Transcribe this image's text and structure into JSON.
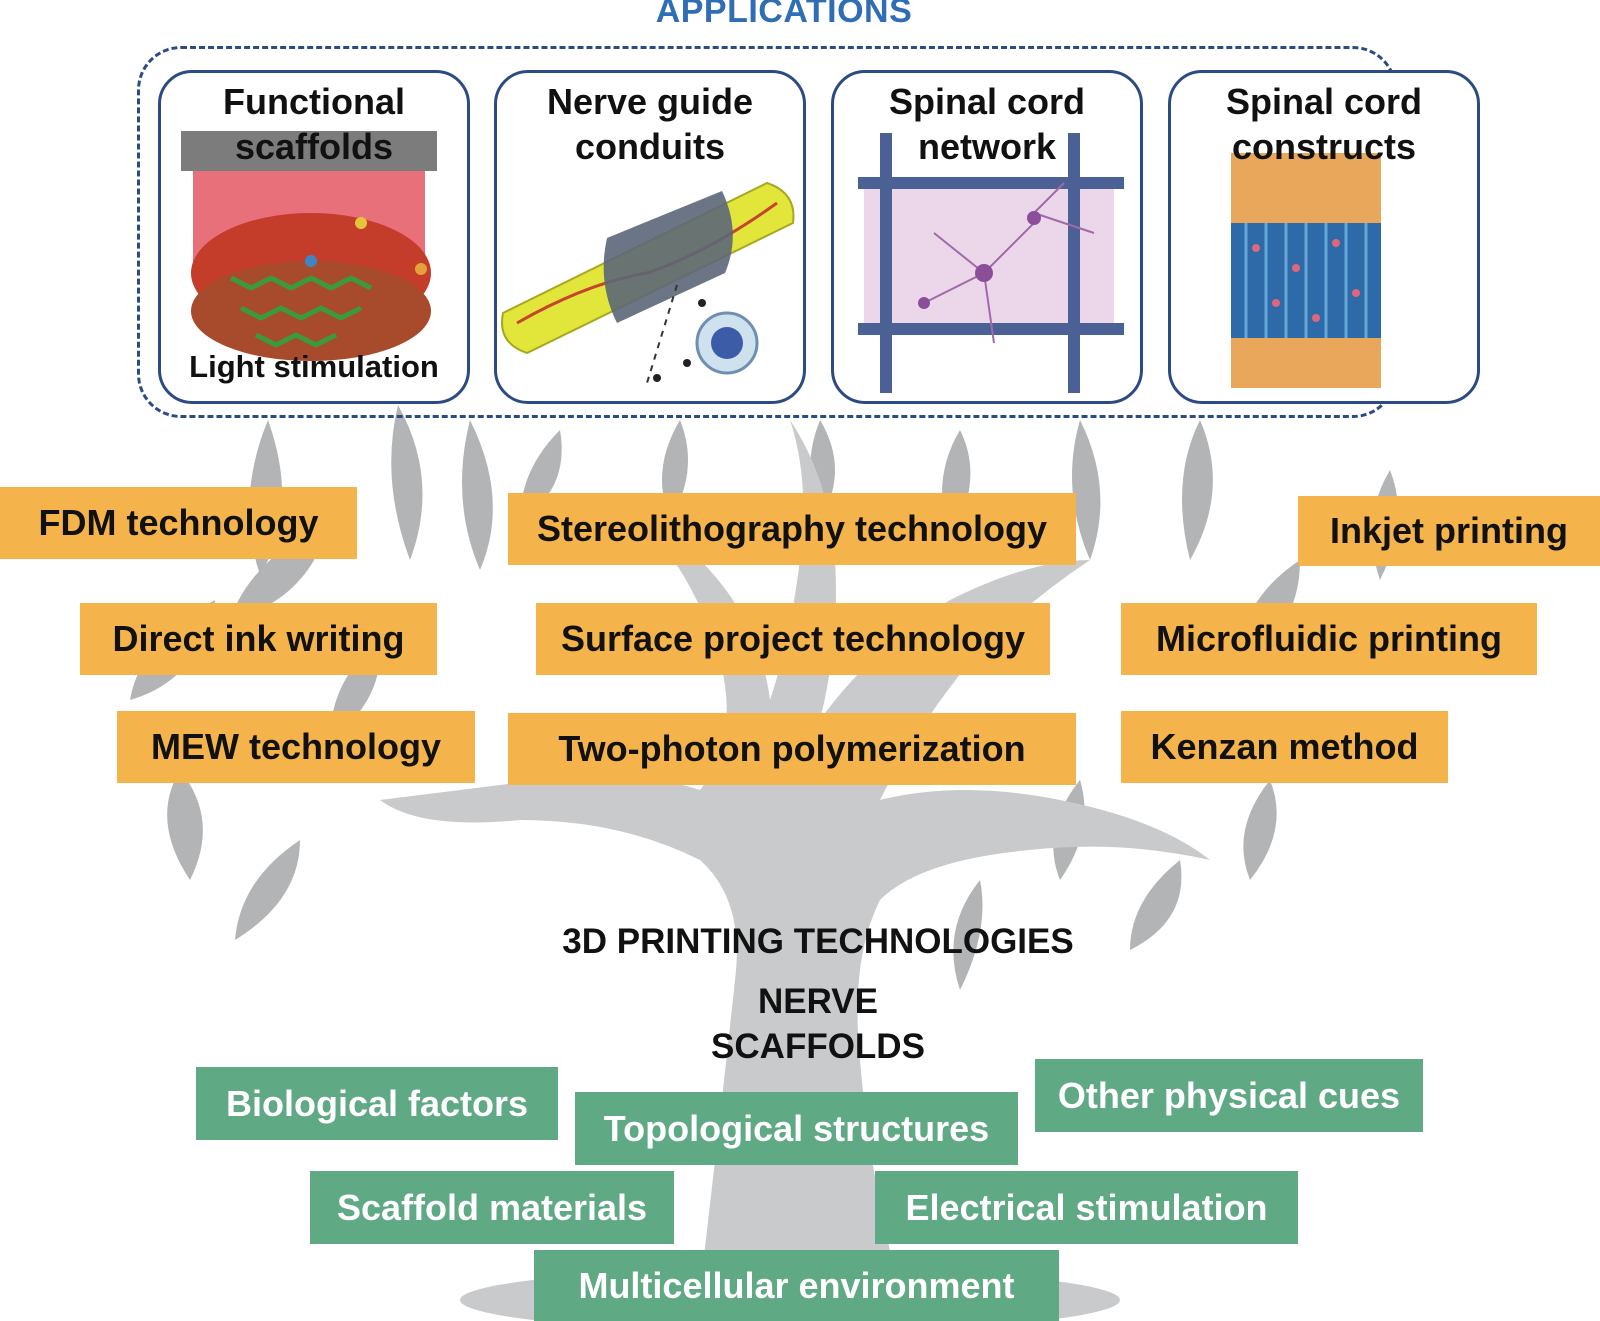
{
  "header": {
    "title": "APPLICATIONS"
  },
  "applications": [
    {
      "label": "Functional\nscaffolds",
      "sub": "Light stimulation"
    },
    {
      "label": "Nerve guide\nconduits",
      "sub": ""
    },
    {
      "label": "Spinal cord\nnetwork",
      "sub": ""
    },
    {
      "label": "Spinal cord\nconstructs",
      "sub": ""
    }
  ],
  "technologies": [
    "FDM technology",
    "Stereolithography technology",
    "Inkjet printing",
    "Direct ink writing",
    "Surface project technology",
    "Microfluidic printing",
    "MEW technology",
    "Two-photon polymerization",
    "Kenzan method"
  ],
  "center": {
    "heading": "3D PRINTING TECHNOLOGIES",
    "line1": "NERVE",
    "line2": "SCAFFOLDS"
  },
  "factors": [
    "Biological factors",
    "Topological structures",
    "Other physical cues",
    "Scaffold materials",
    "Electrical stimulation",
    "Multicellular environment"
  ],
  "colors": {
    "title_blue": "#2f6db5",
    "frame_navy": "#2c4b84",
    "tech_orange": "#f4b34b",
    "factor_green": "#5fa985",
    "tree_gray": "#b4b5b7"
  }
}
